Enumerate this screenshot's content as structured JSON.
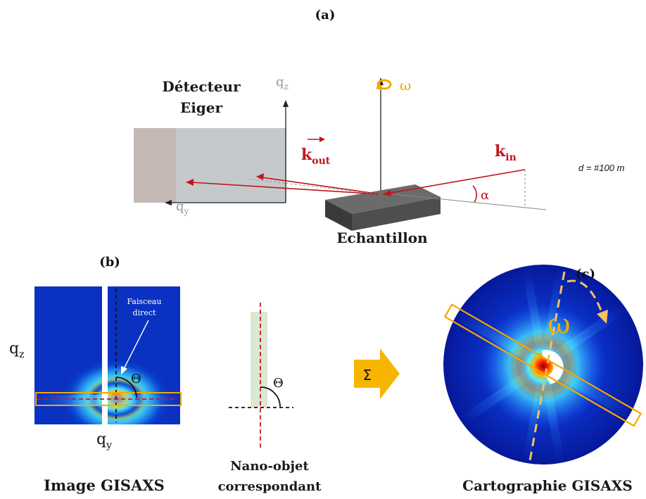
{
  "panels": {
    "a": {
      "tag": "(a)",
      "detector_line1": "Détecteur",
      "detector_line2": "Eiger",
      "qz": "q",
      "qz_sub": "z",
      "qy": "q",
      "qy_sub": "y",
      "omega": "ω",
      "kout": "k",
      "kout_sub": "out",
      "kin": "k",
      "kin_sub": "in",
      "alpha": "α",
      "distance": "d = #100 m",
      "sample": "Echantillon"
    },
    "b": {
      "tag": "(b)",
      "qz": "q",
      "qz_sub": "z",
      "qy": "q",
      "qy_sub": "y",
      "direct_beam_line1": "Faisceau",
      "direct_beam_line2": "direct",
      "theta": "Θ",
      "caption": "Image GISAXS"
    },
    "nano": {
      "theta": "Θ",
      "caption_line1": "Nano-objet",
      "caption_line2": "correspondant"
    },
    "sum": {
      "symbol": "Σ"
    },
    "c": {
      "tag": "(c)",
      "omega": "ω",
      "caption": "Cartographie GISAXS"
    }
  },
  "colors": {
    "red": "#c0141c",
    "orange": "#f5a800",
    "detector_grey": "#c6c9cc",
    "detector_brown": "#c4b8b4",
    "sample_dark": "#444444"
  }
}
